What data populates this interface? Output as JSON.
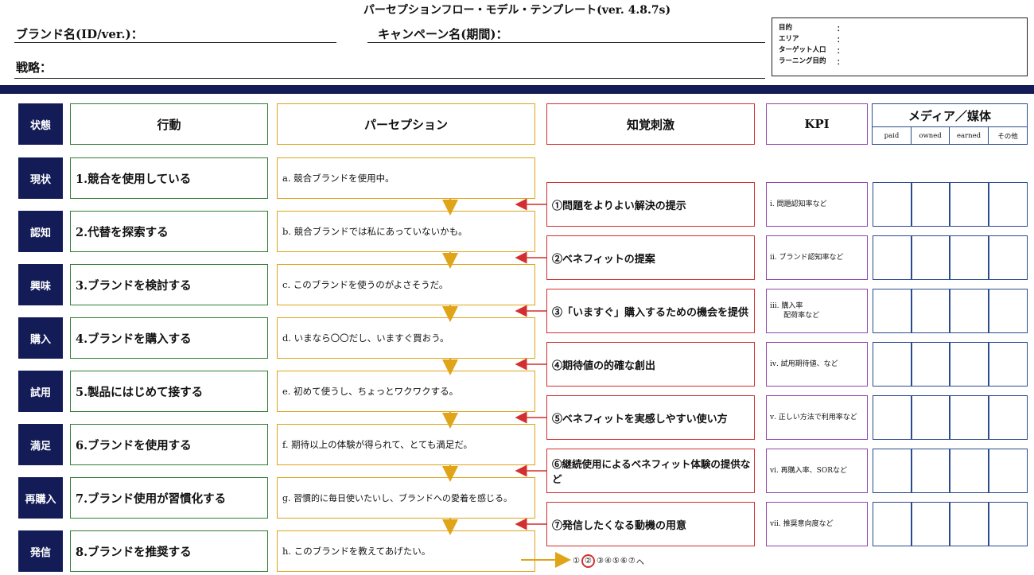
{
  "header": {
    "title": "パーセプションフロー・モデル・テンプレート(ver. 4.8.7s)",
    "brand_label": "ブランド名(ID/ver.)：",
    "campaign_label": "キャンペーン名(期間)：",
    "strategy_label": "戦略：",
    "info": [
      {
        "label": "目的",
        "colon": "："
      },
      {
        "label": "エリア",
        "colon": "："
      },
      {
        "label": "ターゲット人口",
        "colon": "："
      },
      {
        "label": "ラーニング目的",
        "colon": "："
      }
    ]
  },
  "columns": {
    "state": "状態",
    "action": "行動",
    "perception": "パーセプション",
    "stimulus": "知覚刺激",
    "kpi": "KPI",
    "media": "メディア／媒体",
    "media_sub": [
      "paid",
      "owned",
      "earned",
      "その他"
    ]
  },
  "rows": [
    {
      "state": "現状",
      "action": "1.競合を使用している",
      "perception": "a.  競合ブランドを使用中。"
    },
    {
      "state": "認知",
      "action": "2.代替を探索する",
      "perception": "b.  競合ブランドでは私にあっていないかも。"
    },
    {
      "state": "興味",
      "action": "3.ブランドを検討する",
      "perception": "c.  このブランドを使うのがよさそうだ。"
    },
    {
      "state": "購入",
      "action": "4.ブランドを購入する",
      "perception": "d.  いまなら〇〇だし、いますぐ買おう。"
    },
    {
      "state": "試用",
      "action": "5.製品にはじめて接する",
      "perception": "e.  初めて使うし、ちょっとワクワクする。"
    },
    {
      "state": "満足",
      "action": "6.ブランドを使用する",
      "perception": "f.  期待以上の体験が得られて、とても満足だ。"
    },
    {
      "state": "再購入",
      "action": "7.ブランド使用が習慣化する",
      "perception": "g.  習慣的に毎日使いたいし、ブランドへの愛着を感じる。"
    },
    {
      "state": "発信",
      "action": "8.ブランドを推奨する",
      "perception": "h.  このブランドを教えてあげたい。"
    }
  ],
  "stimuli": [
    {
      "text": "①問題をよりよい解決の提示",
      "kpi": "ⅰ. 問題認知率など"
    },
    {
      "text": "②ベネフィットの提案",
      "kpi": "ⅱ. ブランド認知率など"
    },
    {
      "text": "③「いますぐ」購入するための機会を提供",
      "kpi": "ⅲ. 購入率\n      配荷率など"
    },
    {
      "text": "④期待値の的確な創出",
      "kpi": "ⅳ. 試用期待値、など"
    },
    {
      "text": "⑤ベネフィットを実感しやすい使い方",
      "kpi": "ⅴ. 正しい方法で利用率など"
    },
    {
      "text": "⑥継続使用によるベネフィット体験の提供など",
      "kpi": "ⅵ. 再購入率、SORなど"
    },
    {
      "text": "⑦発信したくなる動機の用意",
      "kpi": "ⅶ. 推奨意向度など"
    }
  ],
  "pagination": {
    "pages": [
      "①",
      "②",
      "③",
      "④",
      "⑤",
      "⑥",
      "⑦"
    ],
    "active_index": 1,
    "suffix": "へ"
  },
  "colors": {
    "navy": "#141c58",
    "green": "#2e7d32",
    "yellow": "#e0a419",
    "red": "#d32f2f",
    "purple": "#8e44ad",
    "blue": "#2a4b8d"
  }
}
